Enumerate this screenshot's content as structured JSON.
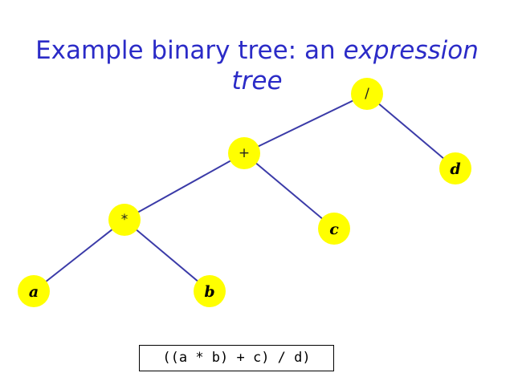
{
  "title": {
    "plain": "Example binary tree: an ",
    "emphasis_line1": "expression",
    "emphasis_line2": "tree"
  },
  "tree": {
    "nodes": [
      {
        "id": "div",
        "label": "/",
        "operator": true
      },
      {
        "id": "plus",
        "label": "+",
        "operator": true
      },
      {
        "id": "d",
        "label": "d",
        "operator": false
      },
      {
        "id": "times",
        "label": "*",
        "operator": true
      },
      {
        "id": "c",
        "label": "c",
        "operator": false
      },
      {
        "id": "a",
        "label": "a",
        "operator": false
      },
      {
        "id": "b",
        "label": "b",
        "operator": false
      }
    ],
    "edges": [
      {
        "from": "div",
        "to": "plus"
      },
      {
        "from": "div",
        "to": "d"
      },
      {
        "from": "plus",
        "to": "times"
      },
      {
        "from": "plus",
        "to": "c"
      },
      {
        "from": "times",
        "to": "a"
      },
      {
        "from": "times",
        "to": "b"
      }
    ],
    "colors": {
      "node_fill": "#ffff00",
      "edge": "#3b3ba8",
      "title": "#2b2bc7"
    }
  },
  "formula": {
    "text": "((a * b) + c) / d)"
  }
}
